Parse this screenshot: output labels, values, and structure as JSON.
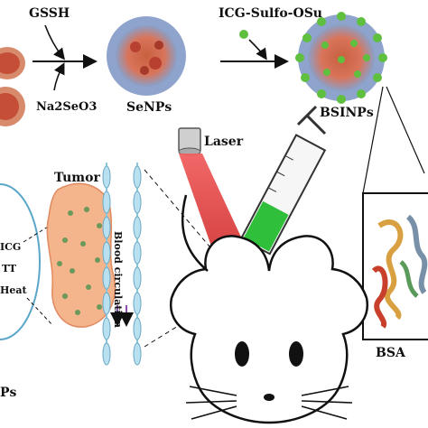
{
  "labels": {
    "gssh": "GSSH",
    "na2seo3": "Na2SeO3",
    "icg_reagent": "ICG-Sulfo-OSu",
    "senps": "SeNPs",
    "bsinps": "BSINPs",
    "laser": "Laser",
    "tumor": "Tumor",
    "blood_circulation": "Blood circulation",
    "bsa": "BSA",
    "left_icg": "ICG",
    "left_tt": "TT",
    "left_heat": "Heat",
    "bottom_left": "Ps"
  },
  "colors": {
    "nanoparticle_core": "#d9745a",
    "protein_shell": "#6e88b8",
    "icg_dot": "#5fbf3f",
    "laser_beam": "#e23a3a",
    "tumor_cell": "#f4b48c",
    "vessel_cell": "#b9e0ee",
    "syringe_liquid": "#2fbf3a",
    "flow_arrow": "#8a4fb0"
  }
}
